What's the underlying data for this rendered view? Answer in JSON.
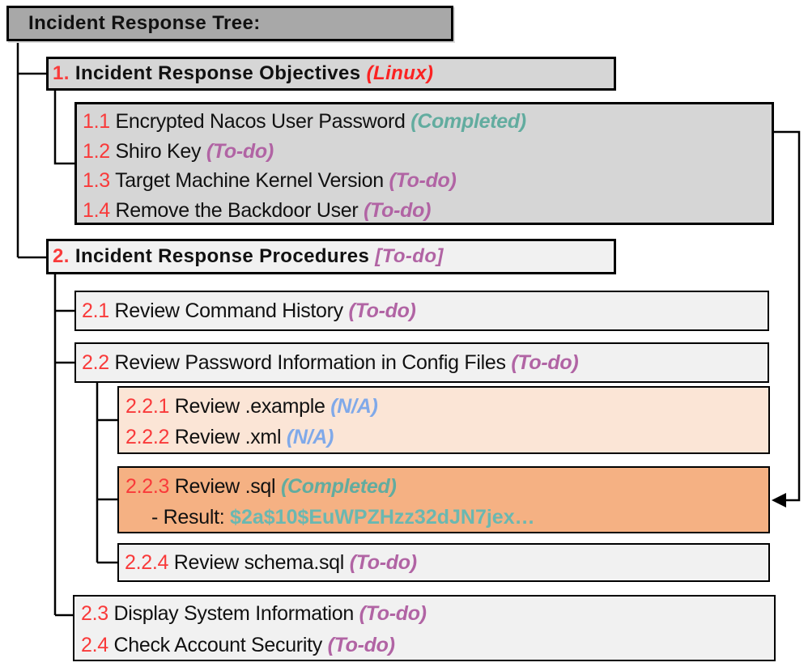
{
  "header": {
    "title": "Incident Response Tree:"
  },
  "nodes": {
    "n1": {
      "num": "1.",
      "label": "Incident Response Objectives",
      "status": "(Linux)"
    },
    "n1_children": {
      "items": [
        {
          "num": "1.1",
          "label": "Encrypted Nacos User Password",
          "status": "(Completed)"
        },
        {
          "num": "1.2",
          "label": "Shiro Key",
          "status": "(To-do)"
        },
        {
          "num": "1.3",
          "label": "Target Machine Kernel Version",
          "status": "(To-do)"
        },
        {
          "num": "1.4",
          "label": "Remove the Backdoor User",
          "status": "(To-do)"
        }
      ]
    },
    "n2": {
      "num": "2.",
      "label": "Incident Response Procedures",
      "status": "[To-do]"
    },
    "n2_1": {
      "num": "2.1",
      "label": "Review Command History",
      "status": "(To-do)"
    },
    "n2_2": {
      "num": "2.2",
      "label": "Review Password Information in Config Files",
      "status": "(To-do)"
    },
    "n2_2_children": {
      "items": [
        {
          "num": "2.2.1",
          "label": "Review .example",
          "status": "(N/A)"
        },
        {
          "num": "2.2.2",
          "label": "Review .xml",
          "status": "(N/A)"
        }
      ]
    },
    "n2_2_3": {
      "num": "2.2.3",
      "label": "Review .sql",
      "status": "(Completed)",
      "result_label": "- Result:",
      "result_value": "$2a$10$EuWPZHzz32dJN7jex…"
    },
    "n2_2_4": {
      "num": "2.2.4",
      "label": "Review schema.sql",
      "status": "(To-do)"
    },
    "n2_tail": {
      "items": [
        {
          "num": "2.3",
          "label": "Display System Information",
          "status": "(To-do)"
        },
        {
          "num": "2.4",
          "label": "Check Account Security",
          "status": "(To-do)"
        }
      ]
    }
  },
  "colors": {
    "status_completed": "#62ac9f",
    "status_todo": "#b164a4",
    "status_na": "#80a9e9",
    "status_linux_red": "#fb2222",
    "item_number_red": "#f93a3a",
    "result_hash_teal": "#6ab8b1",
    "title_box_gray": "#a8a8a8",
    "node1_gray": "#d6d6d6",
    "node2_light_gray": "#f1f1f1",
    "na_box_peach": "#fbe5d6",
    "completed_box_salmon": "#f5b183"
  }
}
